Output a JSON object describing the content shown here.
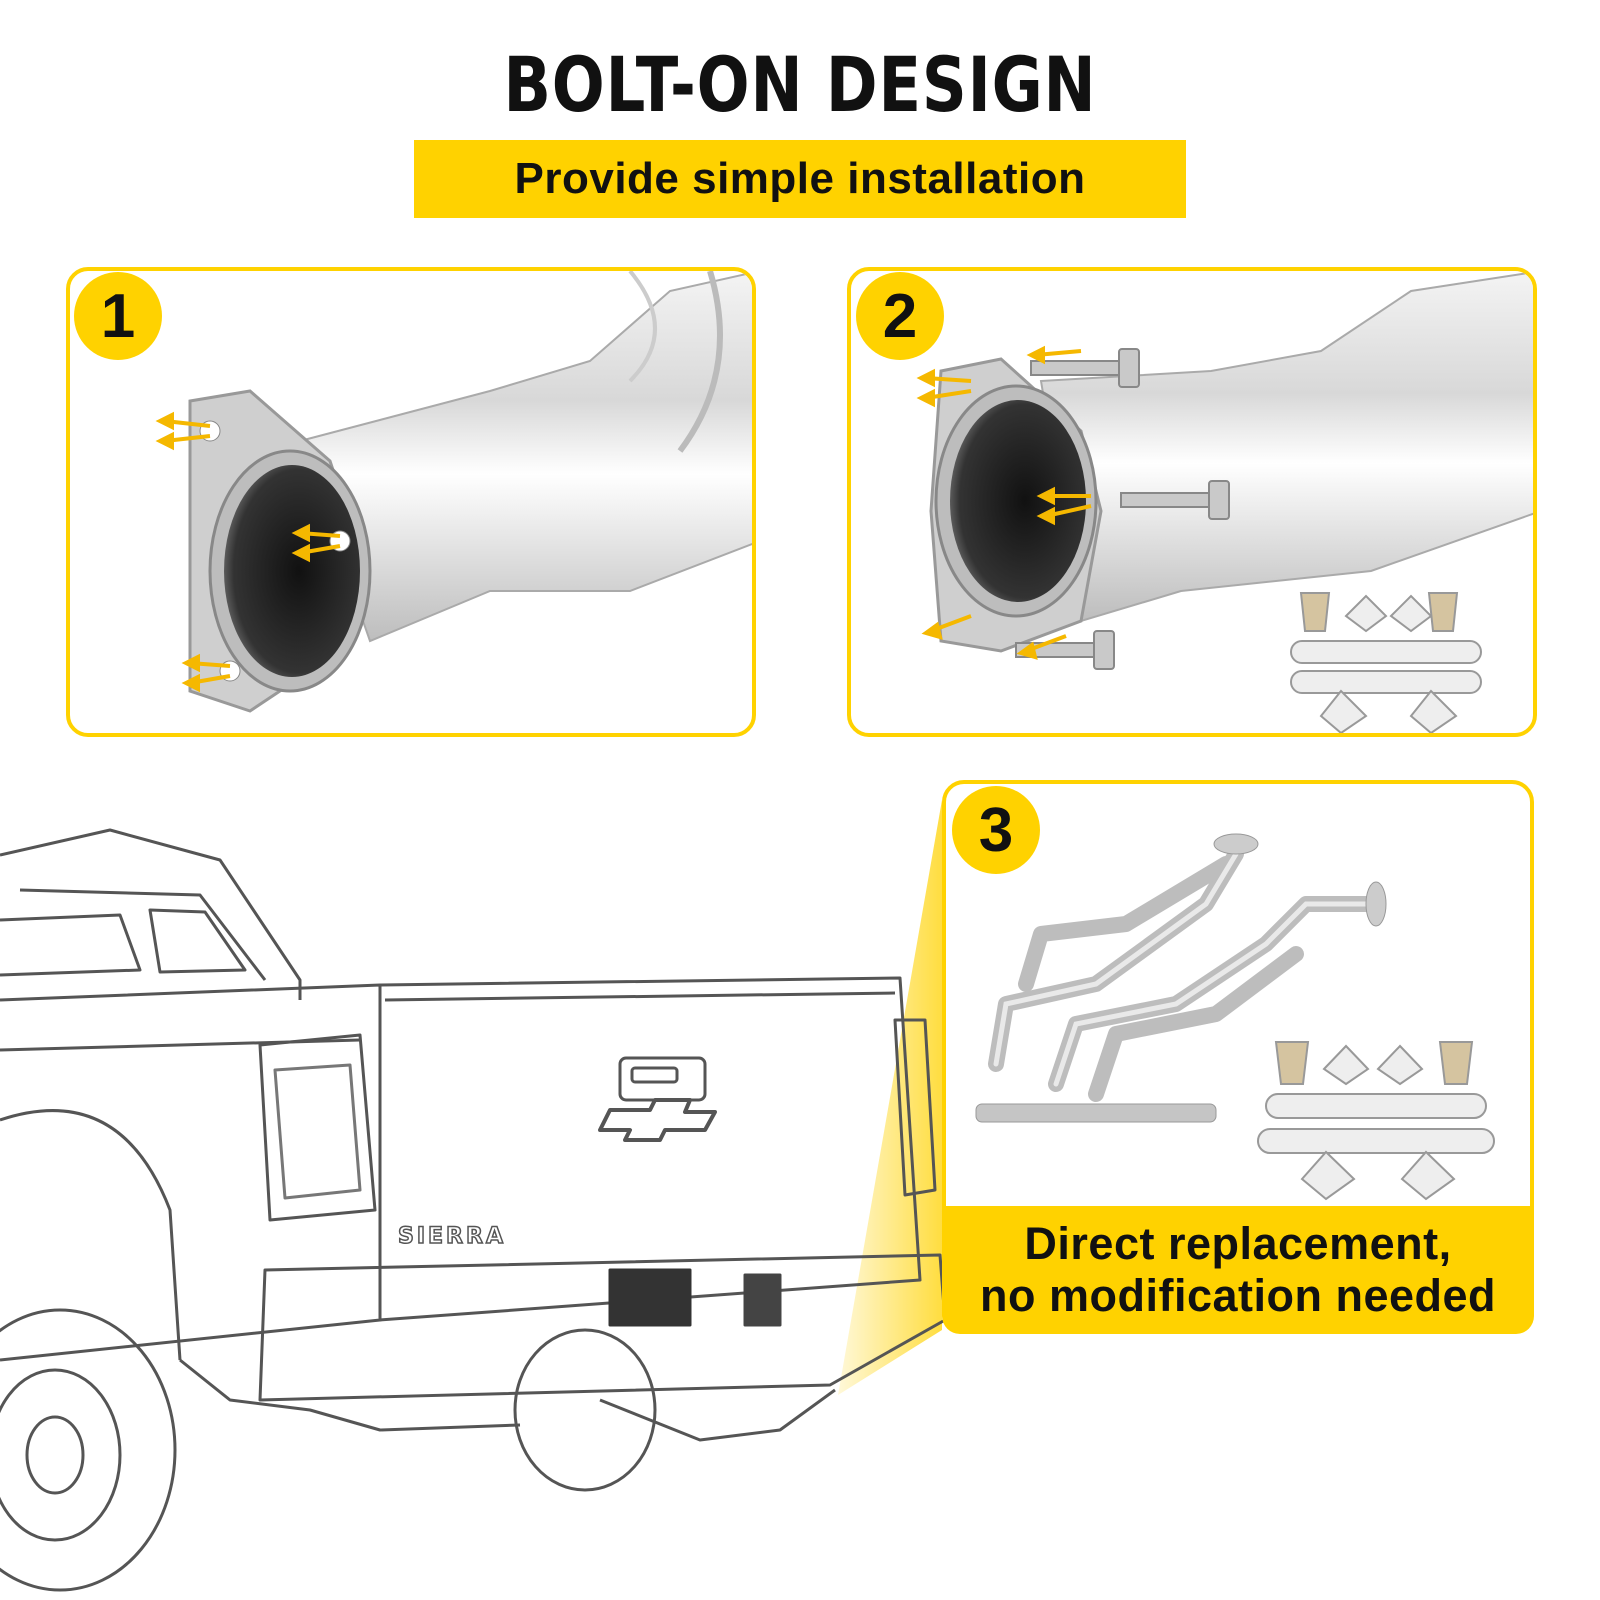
{
  "header": {
    "title": "BOLT-ON DESIGN",
    "subtitle": "Provide simple installation"
  },
  "steps": [
    {
      "number": "1"
    },
    {
      "number": "2"
    },
    {
      "number": "3",
      "caption_line1": "Direct replacement,",
      "caption_line2": "no modification needed"
    }
  ],
  "truck": {
    "badge_text": "SIERRA"
  },
  "colors": {
    "accent": "#FFD200",
    "arrow": "#F5B800",
    "text": "#111111"
  }
}
